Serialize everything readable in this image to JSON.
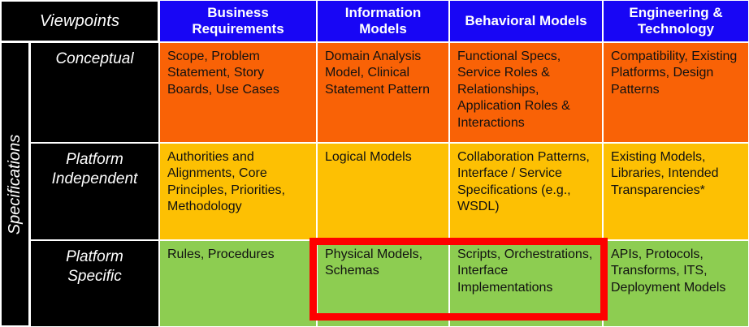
{
  "matrix": {
    "corner_label": "Viewpoints",
    "row_group_label": "Specifications",
    "columns": [
      {
        "id": "business-requirements",
        "label": "Business\nRequirements"
      },
      {
        "id": "information-models",
        "label": "Information\nModels"
      },
      {
        "id": "behavioral-models",
        "label": "Behavioral Models"
      },
      {
        "id": "engineering-technology",
        "label": "Engineering &\nTechnology"
      }
    ],
    "rows": [
      {
        "id": "conceptual",
        "label": "Conceptual",
        "band_color": "#f96206",
        "cells": [
          "Scope, Problem Statement, Story Boards, Use Cases",
          "Domain Analysis Model, Clinical Statement Pattern",
          "Functional Specs, Service Roles & Relationships, Application Roles & Interactions",
          "Compatibility, Existing Platforms, Design Patterns"
        ]
      },
      {
        "id": "platform-independent",
        "label": "Platform\nIndependent",
        "band_color": "#fdc003",
        "cells": [
          "Authorities and Alignments,  Core Principles, Priorities, Methodology",
          "Logical Models",
          "Collaboration Patterns, Interface / Service Specifications (e.g., WSDL)",
          "Existing Models, Libraries, Intended Transparencies*"
        ]
      },
      {
        "id": "platform-specific",
        "label": "Platform\nSpecific",
        "band_color": "#8dcd51",
        "cells": [
          "Rules, Procedures",
          "Physical Models, Schemas",
          "Scripts, Orchestrations, Interface Implementations",
          "APIs, Protocols, Transforms, ITS, Deployment Models"
        ]
      }
    ],
    "highlight": {
      "color": "#fe0000",
      "covers_row": "platform-specific",
      "covers_columns": [
        "information-models",
        "behavioral-models"
      ]
    },
    "palette": {
      "header_blue": "#1806f5",
      "header_black": "#000000",
      "conceptual_orange": "#f96206",
      "independent_amber": "#fdc003",
      "specific_green": "#8dcd51",
      "highlight_red": "#fe0000",
      "grid_white": "#ffffff"
    }
  }
}
